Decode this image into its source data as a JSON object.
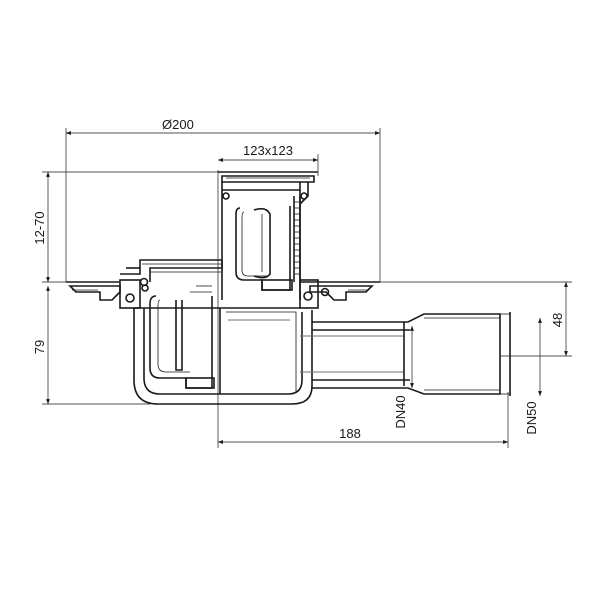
{
  "dimensions": {
    "diameter": "Ø200",
    "grate": "123x123",
    "height_adjust": "12-70",
    "height_body": "79",
    "outlet_length": "188",
    "pipe_height": "48",
    "dn_inner": "DN40",
    "dn_outer": "DN50"
  }
}
